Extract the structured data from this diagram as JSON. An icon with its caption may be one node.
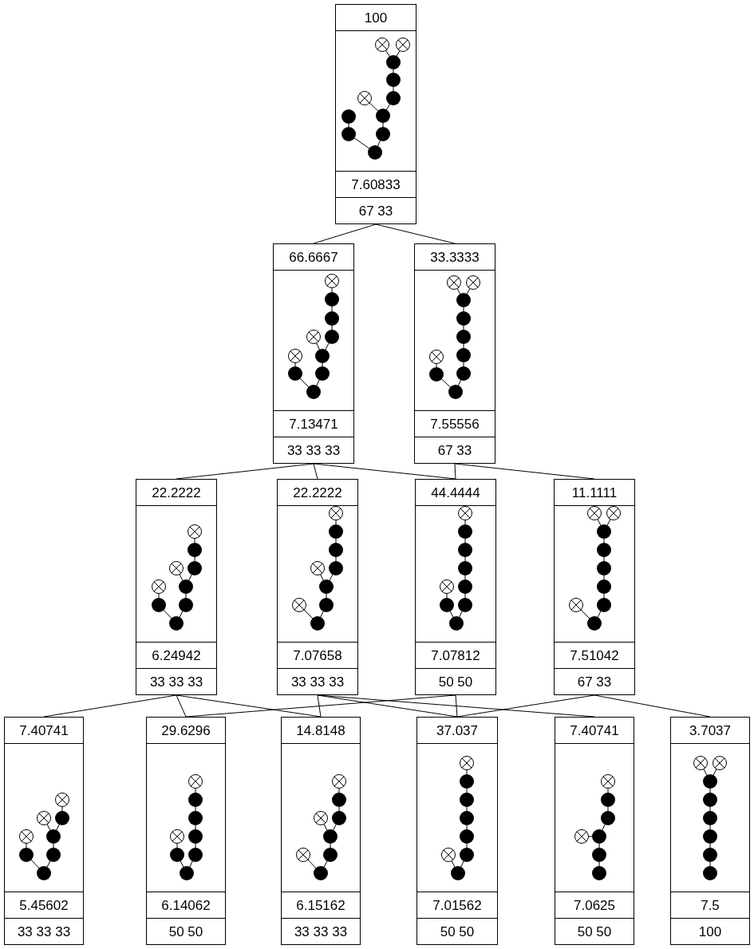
{
  "diagram": {
    "nodes": [
      {
        "text": [
          "100",
          "7.60833",
          "67 33"
        ]
      },
      {
        "text": [
          "66.6667",
          "7.13471",
          "33 33 33"
        ]
      },
      {
        "text": [
          "33.3333",
          "7.55556",
          "67 33"
        ]
      },
      {
        "text": [
          "22.2222",
          "6.24942",
          "33 33 33"
        ]
      },
      {
        "text": [
          "22.2222",
          "7.07658",
          "33 33 33"
        ]
      },
      {
        "text": [
          "44.4444",
          "7.07812",
          "50 50"
        ]
      },
      {
        "text": [
          "11.1111",
          "7.51042",
          "67 33"
        ]
      },
      {
        "text": [
          "7.40741",
          "5.45602",
          "33 33 33"
        ]
      },
      {
        "text": [
          "29.6296",
          "6.14062",
          "50 50"
        ]
      },
      {
        "text": [
          "14.8148",
          "6.15162",
          "33 33 33"
        ]
      },
      {
        "text": [
          "37.037",
          "7.01562",
          "50 50"
        ]
      },
      {
        "text": [
          "7.40741",
          "7.0625",
          "50 50"
        ]
      },
      {
        "text": [
          "3.7037",
          "7.5",
          "100"
        ]
      }
    ],
    "edges": [
      {
        "from": 0,
        "to": 1,
        "arrow": "none"
      },
      {
        "from": 0,
        "to": 2,
        "arrow": "none"
      },
      {
        "from": 1,
        "to": 3,
        "arrow": "none"
      },
      {
        "from": 1,
        "to": 4,
        "arrow": "none"
      },
      {
        "from": 1,
        "to": 5,
        "arrow": "none"
      },
      {
        "from": 2,
        "to": 5,
        "arrow": "none"
      },
      {
        "from": 2,
        "to": 6,
        "arrow": "none"
      },
      {
        "from": 3,
        "to": 7,
        "arrow": "none"
      },
      {
        "from": 3,
        "to": 8,
        "arrow": "none"
      },
      {
        "from": 3,
        "to": 9,
        "arrow": "none"
      },
      {
        "from": 4,
        "to": 9,
        "arrow": "none"
      },
      {
        "from": 4,
        "to": 10,
        "arrow": "none"
      },
      {
        "from": 4,
        "to": 11,
        "arrow": "none"
      },
      {
        "from": 5,
        "to": 8,
        "arrow": "none"
      },
      {
        "from": 5,
        "to": 10,
        "arrow": "none"
      },
      {
        "from": 6,
        "to": 10,
        "arrow": "none"
      },
      {
        "from": 6,
        "to": 12,
        "arrow": "none"
      }
    ]
  }
}
